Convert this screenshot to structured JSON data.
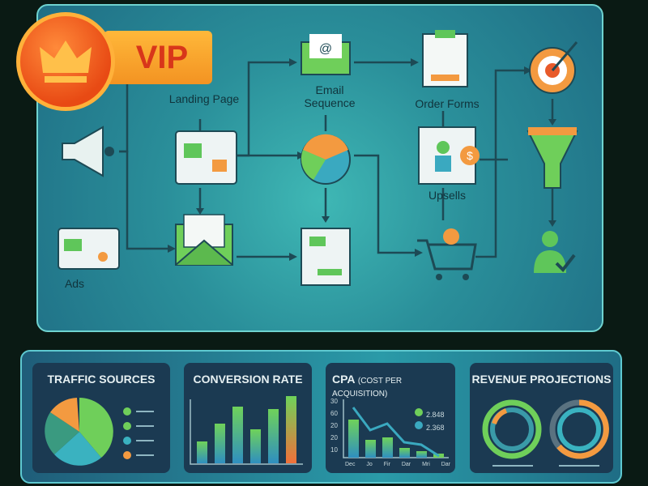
{
  "badge": {
    "label": "VIP"
  },
  "flow": {
    "nodes": {
      "landing_page": "Landing Page",
      "email_sequence": "Email Sequence",
      "order_forms": "Order Forms",
      "upsells": "Upsells",
      "ads": "Ads"
    }
  },
  "dashboard": {
    "traffic_sources": {
      "title": "TRAFFIC SOURCES"
    },
    "conversion_rate": {
      "title": "CONVERSION RATE"
    },
    "cpa": {
      "title_main": "CPA",
      "title_sub": "(COST PER ACQUISITION)",
      "y_ticks": [
        "30",
        "60",
        "20",
        "20",
        "10"
      ],
      "x_ticks": [
        "Dec",
        "Jo",
        "Fir",
        "Dar",
        "Mri",
        "Dar"
      ],
      "legend": [
        "2.848",
        "2.368"
      ]
    },
    "revenue": {
      "title": "REVENUE PROJECTIONS"
    }
  },
  "colors": {
    "green": "#6fd25a",
    "teal": "#3aa9c0",
    "orange": "#f39a40",
    "panel": "#1b3a52"
  }
}
